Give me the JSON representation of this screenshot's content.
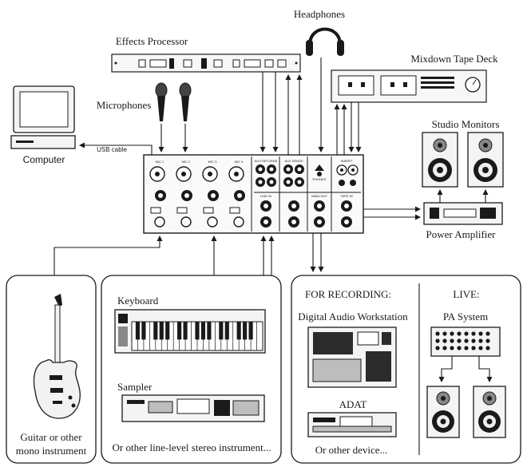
{
  "labels": {
    "headphones": "Headphones",
    "effects_processor": "Effects Processor",
    "microphones": "Microphones",
    "mixdown_tape_deck": "Mixdown Tape Deck",
    "computer": "Computer",
    "usb_cable": "USB cable",
    "studio_monitors": "Studio Monitors",
    "power_amplifier": "Power Amplifier",
    "guitar_line1": "Guitar or other",
    "guitar_line2": "mono instrument",
    "keyboard": "Keyboard",
    "sampler": "Sampler",
    "line_level": "Or other line-level stereo instrument...",
    "for_recording": "FOR RECORDING:",
    "daw": "Digital Audio Workstation",
    "adat": "ADAT",
    "other_device": "Or other device...",
    "live": "LIVE:",
    "pa_system": "PA System"
  },
  "mixer": {
    "channel_labels": [
      "MIC 1",
      "MIC 2",
      "MIC 3",
      "MIC 4"
    ],
    "section_labels": [
      "AUX RETURNS",
      "AUX SENDS",
      "PHONES",
      "INSERT",
      "LINE IN",
      "MAIN OUT",
      "TAPE IN"
    ]
  },
  "colors": {
    "line": "#1a1a1a",
    "fill_light": "#f2f2f2",
    "fill_mid": "#bdbdbd",
    "fill_dark": "#2b2b2b"
  }
}
